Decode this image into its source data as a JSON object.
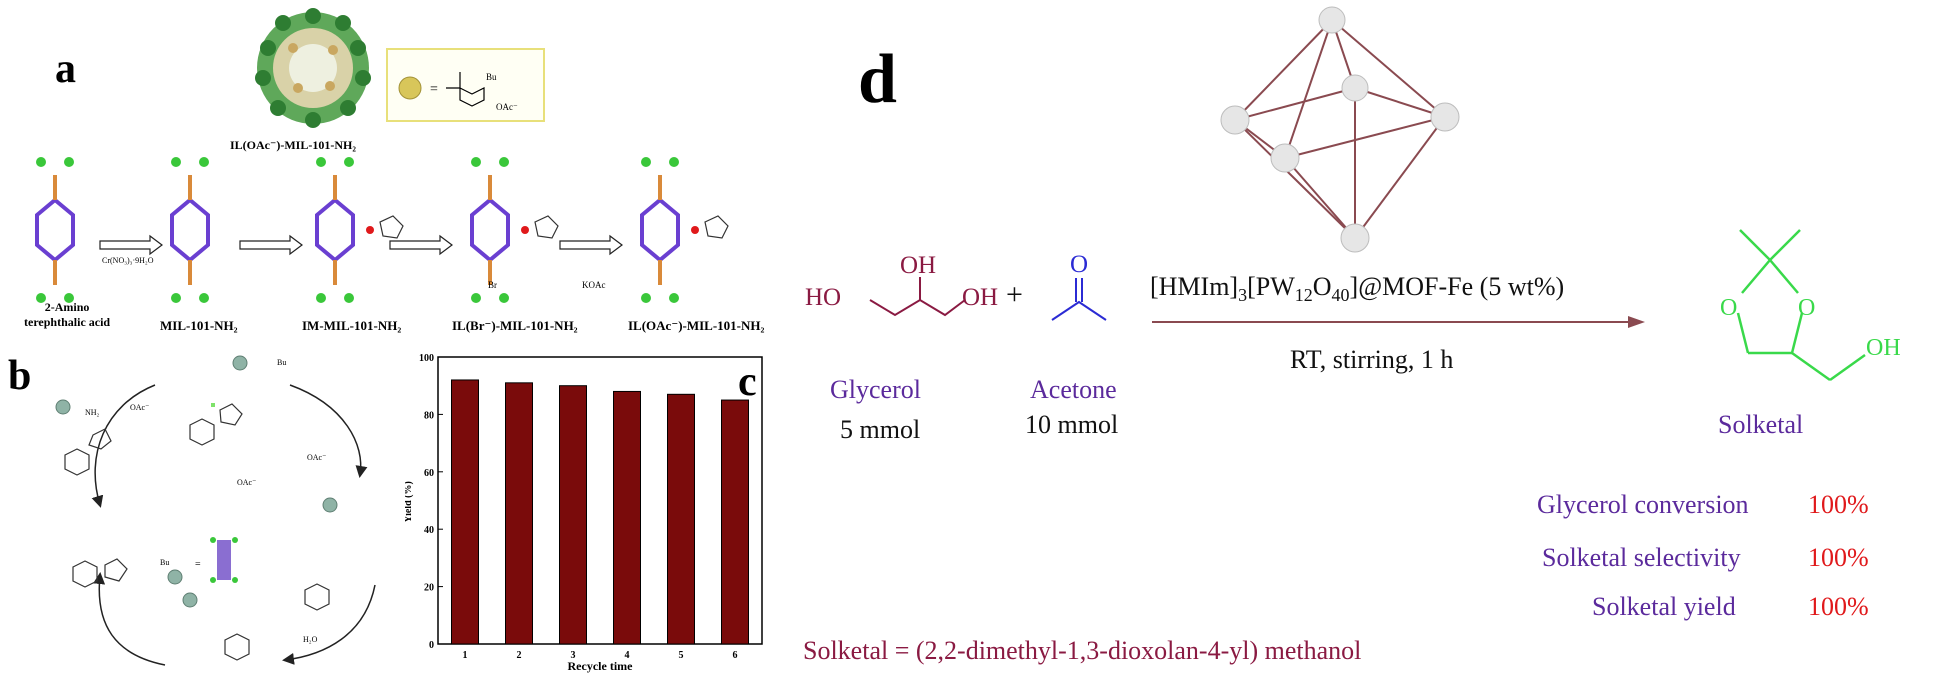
{
  "panels": {
    "a": {
      "letter": "a",
      "top_label": "IL(OAc⁻)-MIL-101-NH₂",
      "legend": {
        "eq": "=",
        "bu": "Bu",
        "oac": "OAc⁻"
      },
      "steps": [
        {
          "label_line1": "2-Amino",
          "label_line2": "terephthalic acid"
        },
        {
          "label": "MIL-101-NH₂"
        },
        {
          "label": "IM-MIL-101-NH₂"
        },
        {
          "label": "IL(Br⁻)-MIL-101-NH₂"
        },
        {
          "label": "IL(OAc⁻)-MIL-101-NH₂"
        }
      ],
      "reagents": [
        "Cr(NO₃)₃·9H₂O",
        "",
        "Br",
        "KOAc"
      ]
    },
    "b": {
      "letter": "b",
      "labels": {
        "nh2": "NH₂",
        "h2o": "H₂O",
        "oac": "OAc⁻",
        "bu": "Bu",
        "eq": "="
      }
    },
    "c": {
      "letter": "c",
      "chart_data": {
        "type": "bar",
        "categories": [
          "1",
          "2",
          "3",
          "4",
          "5",
          "6"
        ],
        "values": [
          92,
          91,
          90,
          88,
          87,
          85
        ],
        "xlabel": "Recycle time",
        "ylabel": "Yield (%)",
        "ylim": [
          0,
          100
        ],
        "yticks": [
          "0",
          "20",
          "40",
          "60",
          "80",
          "100"
        ],
        "bar_color": "#7a0b0b"
      }
    },
    "d": {
      "letter": "d",
      "reactant1": {
        "name": "Glycerol",
        "amount": "5 mmol",
        "atoms": {
          "oh_top": "OH",
          "ho_left": "HO",
          "oh_right": "OH"
        }
      },
      "plus": "+",
      "reactant2": {
        "name": "Acetone",
        "amount": "10 mmol",
        "atom": "O"
      },
      "catalyst": {
        "base": "[HMIm]",
        "sub1": "3",
        "mid": "[PW",
        "sub2": "12",
        "o": "O",
        "sub3": "40",
        "tail": "]@MOF-Fe (5 wt%)"
      },
      "conditions": "RT, stirring, 1 h",
      "product": {
        "name": "Solketal",
        "atoms": {
          "o1": "O",
          "o2": "O",
          "oh": "OH"
        }
      },
      "results": [
        {
          "label": "Glycerol conversion",
          "value": "100%"
        },
        {
          "label": "Solketal selectivity",
          "value": "100%"
        },
        {
          "label": "Solketal yield",
          "value": "100%"
        }
      ],
      "footnote": "Solketal = (2,2-dimethyl-1,3-dioxolan-4-yl) methanol"
    }
  }
}
